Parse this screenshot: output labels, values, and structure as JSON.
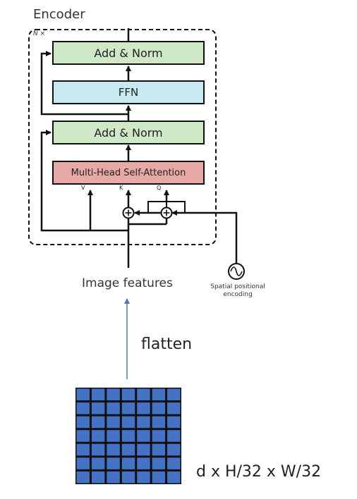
{
  "diagram": {
    "encoder_title": "Encoder",
    "repeat_label": "N ×",
    "blocks": {
      "add_norm_top": "Add & Norm",
      "ffn": "FFN",
      "add_norm_bottom": "Add & Norm",
      "attention": "Multi-Head Self-Attention"
    },
    "inputs": {
      "v": "V",
      "k": "K",
      "q": "Q"
    },
    "image_features": "Image features",
    "positional_encoding": "Spatial positional encoding",
    "flatten": "flatten",
    "feature_map_dims": "d x H/32 x W/32",
    "grid": {
      "rows": 7,
      "cols": 7
    }
  },
  "colors": {
    "add_norm": "#cfe8c6",
    "ffn": "#c7eaf0",
    "attention": "#e7a9a6",
    "grid_cell": "#4472c4",
    "grid_line": "#111111",
    "flatten_arrow": "#4a78c4",
    "line": "#111111"
  }
}
